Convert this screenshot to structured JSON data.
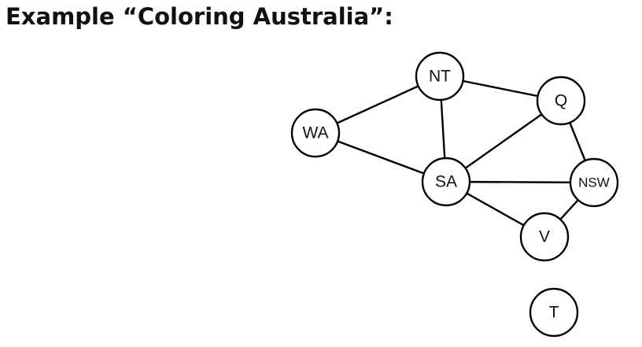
{
  "title": "Example “Coloring Australia”:",
  "graph": {
    "nodes": [
      {
        "id": "NT",
        "label": "NT"
      },
      {
        "id": "Q",
        "label": "Q"
      },
      {
        "id": "WA",
        "label": "WA"
      },
      {
        "id": "SA",
        "label": "SA"
      },
      {
        "id": "NSW",
        "label": "NSW"
      },
      {
        "id": "V",
        "label": "V"
      },
      {
        "id": "T",
        "label": "T"
      }
    ],
    "edges": [
      [
        "WA",
        "NT"
      ],
      [
        "WA",
        "SA"
      ],
      [
        "NT",
        "Q"
      ],
      [
        "NT",
        "SA"
      ],
      [
        "SA",
        "Q"
      ],
      [
        "SA",
        "NSW"
      ],
      [
        "SA",
        "V"
      ],
      [
        "Q",
        "NSW"
      ],
      [
        "NSW",
        "V"
      ]
    ]
  }
}
